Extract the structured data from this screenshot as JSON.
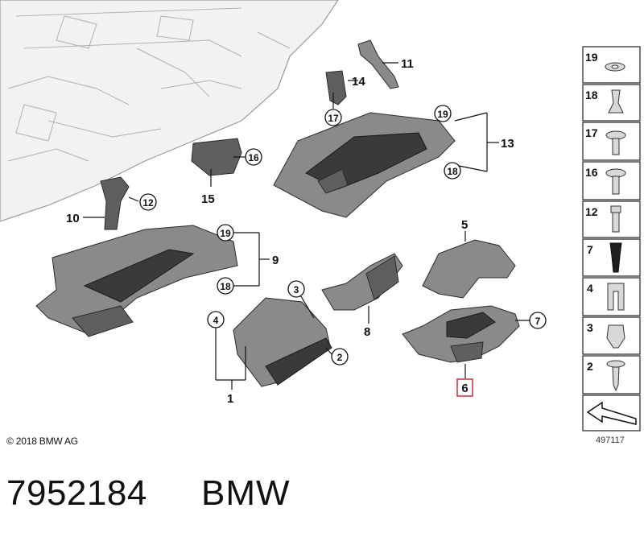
{
  "callouts": {
    "c1": "1",
    "c2": "2",
    "c3": "3",
    "c4": "4",
    "c5": "5",
    "c6": "6",
    "c7": "7",
    "c8": "8",
    "c9": "9",
    "c10": "10",
    "c11": "11",
    "c12": "12",
    "c13": "13",
    "c14": "14",
    "c15": "15",
    "c16": "16",
    "c17": "17",
    "c18a": "18",
    "c18b": "18",
    "c19a": "19",
    "c19b": "19"
  },
  "highlight": {
    "part": "6",
    "color": "#e0252e"
  },
  "legend": [
    "19",
    "18",
    "17",
    "16",
    "12",
    "7",
    "4",
    "3",
    "2"
  ],
  "footer": {
    "copyright": "© 2018 BMW AG",
    "ref_number": "497117",
    "part_number": "7952184",
    "brand": "BMW"
  }
}
